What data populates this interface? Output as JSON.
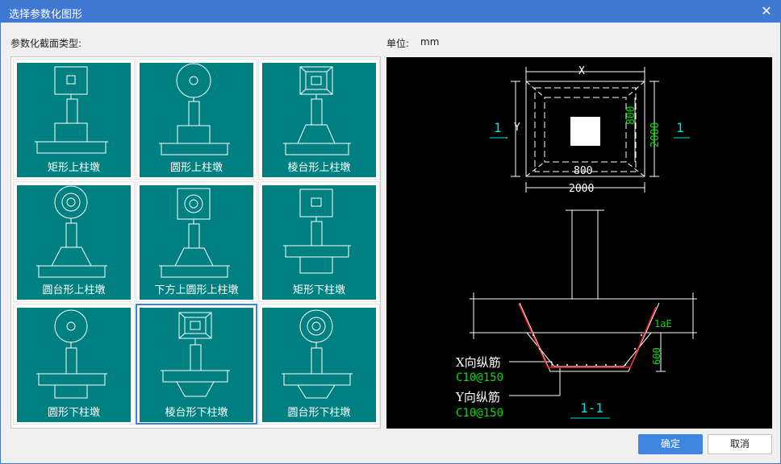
{
  "window": {
    "title": "选择参数化图形"
  },
  "labels": {
    "section_types": "参数化截面类型:",
    "unit_label": "单位:",
    "unit_value": "mm"
  },
  "shapes": [
    {
      "label": "矩形上柱墩"
    },
    {
      "label": "圆形上柱墩"
    },
    {
      "label": "棱台形上柱墩"
    },
    {
      "label": "圆台形上柱墩"
    },
    {
      "label": "下方上圆形上柱墩"
    },
    {
      "label": "矩形下柱墩"
    },
    {
      "label": "圆形下柱墩"
    },
    {
      "label": "棱台形下柱墩",
      "selected": true
    },
    {
      "label": "圆台形下柱墩"
    }
  ],
  "preview": {
    "dim_x": "X",
    "dim_y": "Y",
    "dim_800_h": "800",
    "dim_2000_h": "2000",
    "dim_800_v": "800",
    "dim_2000_v": "2000",
    "section_mark_left": "1",
    "section_mark_right": "1",
    "dim_lae": "1aE",
    "dim_600": "600",
    "rebar_x_label": "X向纵筋",
    "rebar_x_spec": "C10@150",
    "rebar_y_label": "Y向纵筋",
    "rebar_y_spec": "C10@150",
    "section_title": "1-1"
  },
  "buttons": {
    "ok": "确定",
    "cancel": "取消"
  },
  "colors": {
    "accent": "#3f79d4",
    "tile": "#008080",
    "preview_bg": "#000000",
    "dim_green": "#00e000",
    "rebar_red": "#ff2020",
    "cyan": "#00e0e0"
  }
}
